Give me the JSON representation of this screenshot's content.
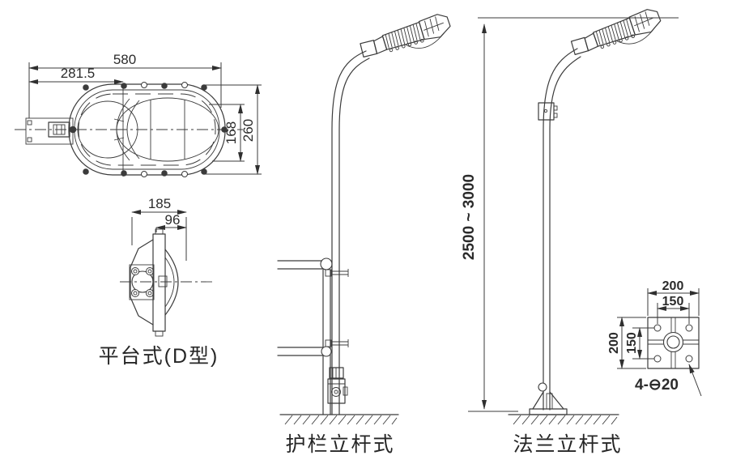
{
  "colors": {
    "line": "#3b3b3b",
    "text": "#2b2b2b",
    "background": "#ffffff"
  },
  "top_view": {
    "dim_overall_width": "580",
    "dim_arm_to_center": "281.5",
    "dim_inner_height": "168",
    "dim_outer_height": "260"
  },
  "side_view": {
    "dim_overall_depth": "185",
    "dim_lens_depth": "96",
    "label": "平台式(D型)"
  },
  "guardrail_pole": {
    "label": "护栏立杆式"
  },
  "flange_pole": {
    "label": "法兰立杆式",
    "dim_height": "2500 ~ 3000"
  },
  "flange_detail": {
    "dim_plate_width": "200",
    "dim_hole_spacing_h": "150",
    "dim_plate_height": "200",
    "dim_hole_spacing_v": "150",
    "holes_note": "4-⊖20"
  }
}
